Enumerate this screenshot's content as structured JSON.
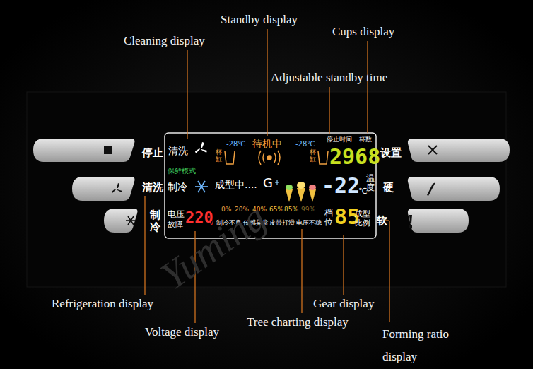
{
  "diagram": {
    "labels": [
      "Standby display",
      "Cleaning display",
      "Cups display",
      "Adjustable standby time",
      "停止",
      "清洗",
      "制冷",
      "设置",
      "硬",
      "软",
      "清洗",
      "保鲜模式",
      "制冷",
      "-28℃",
      "杯缸",
      "待机中",
      "-28℃",
      "杯缸",
      "停止时间",
      "杯数",
      "2968",
      "成型中....",
      "G",
      "-22",
      "℃",
      "温度",
      "0%",
      "20%",
      "40%",
      "65%",
      "85%",
      "99%",
      "电压",
      "故障",
      "220",
      "V",
      "制冷不良",
      "传感异常",
      "皮带打滑",
      "电压不稳",
      "档位",
      "85",
      "成型比例",
      "Refrigeration display",
      "Gear display",
      "Voltage display",
      "Tree charting display",
      "Forming ratio display",
      "Yuming"
    ]
  }
}
